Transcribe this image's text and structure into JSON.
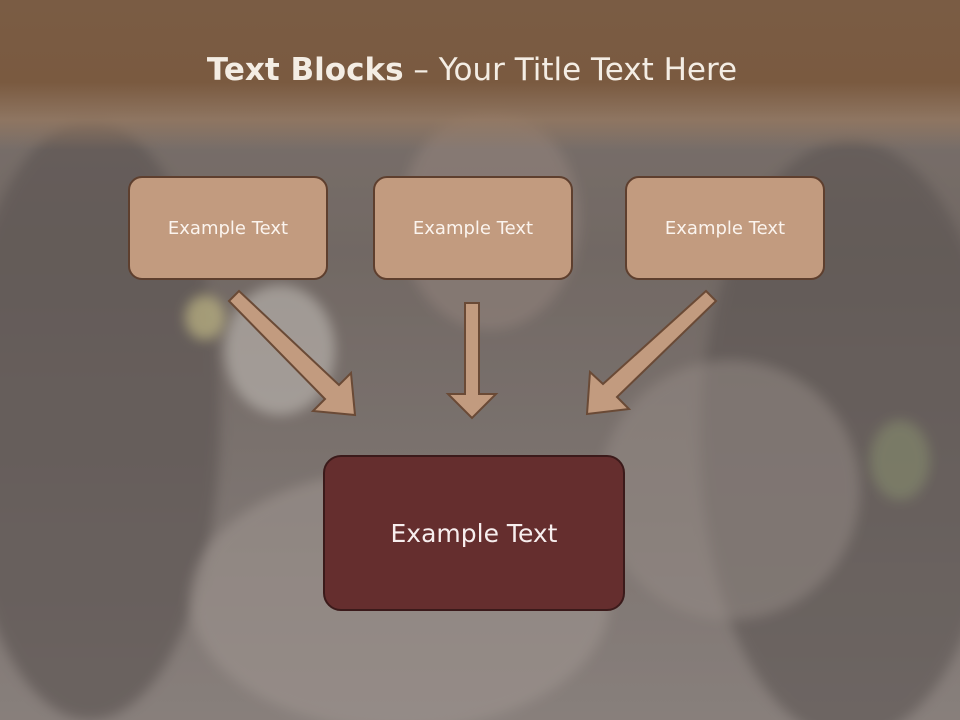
{
  "slide": {
    "title_bold": "Text Blocks",
    "title_rest": " – Your Title Text Here"
  },
  "blocks": {
    "top": [
      "Example Text",
      "Example Text",
      "Example Text"
    ],
    "bottom": "Example Text"
  },
  "colors": {
    "title_band": "#7a5a40",
    "title_text": "#f4ede4",
    "box_fill": "#c29b7f",
    "box_border": "#5e3f2e",
    "arrow_fill": "#c29b7f",
    "main_box_fill": "#652e2e"
  },
  "background": {
    "description_icon": "bar-photo-background"
  }
}
